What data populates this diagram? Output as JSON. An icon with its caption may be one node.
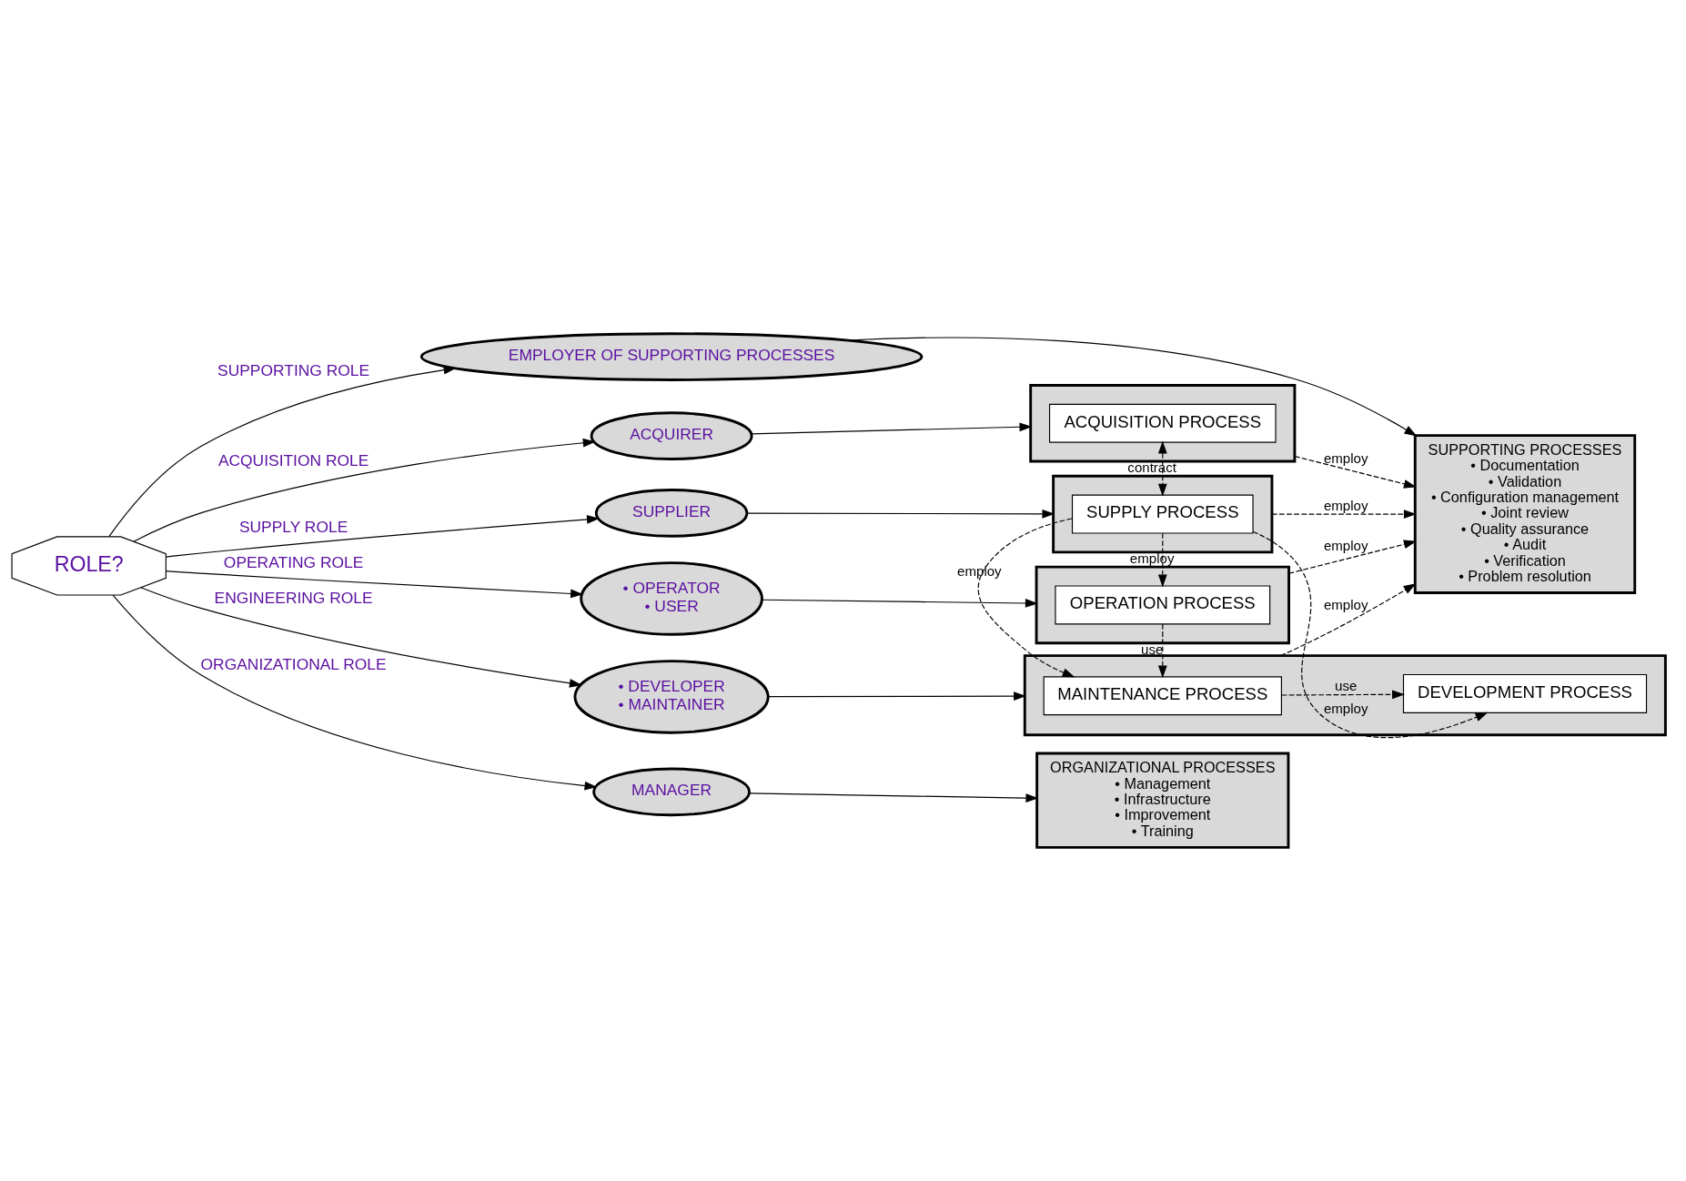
{
  "diagram": {
    "nodes": [
      {
        "text": [
          "ROLE?"
        ]
      },
      {
        "text": [
          "ACQUIRER"
        ]
      },
      {
        "text": [
          "SUPPLIER"
        ]
      },
      {
        "text": [
          "• OPERATOR",
          "• USER"
        ]
      },
      {
        "text": [
          "• DEVELOPER",
          "• MAINTAINER"
        ]
      },
      {
        "text": [
          "EMPLOYER OF SUPPORTING PROCESSES"
        ]
      },
      {
        "text": [
          "MANAGER"
        ]
      },
      {
        "text": [],
        "shape": "box"
      },
      {
        "text": [
          "ACQUISITION PROCESS"
        ],
        "in": 7
      },
      {
        "text": [],
        "shape": "box"
      },
      {
        "text": [
          "SUPPLY PROCESS"
        ],
        "in": 9
      },
      {
        "text": [],
        "shape": "box"
      },
      {
        "text": [
          "OPERATION PROCESS"
        ],
        "in": 11
      },
      {
        "text": [],
        "shape": "box"
      },
      {
        "text": [
          "MAINTENANCE PROCESS"
        ],
        "in": 13
      },
      {
        "text": [
          "DEVELOPMENT PROCESS"
        ],
        "in": 13
      },
      {
        "text": [
          "SUPPORTING PROCESSES",
          "• Documentation",
          "• Validation",
          "• Configuration management",
          "• Joint review",
          "• Quality assurance",
          "• Audit",
          "• Verification",
          "• Problem resolution"
        ]
      },
      {
        "text": [
          "ORGANIZATIONAL PROCESSES",
          "• Management",
          "• Infrastructure",
          "• Improvement",
          "• Training"
        ]
      }
    ],
    "edges": [
      {
        "from": 0,
        "to": 1,
        "arrow": "to",
        "label": "ACQUISITION ROLE"
      },
      {
        "from": 0,
        "to": 2,
        "arrow": "to",
        "label": "SUPPLY ROLE"
      },
      {
        "from": 0,
        "to": 3,
        "arrow": "to",
        "label": "OPERATING ROLE"
      },
      {
        "from": 0,
        "to": 4,
        "arrow": "to",
        "label": "ENGINEERING ROLE"
      },
      {
        "from": 0,
        "to": 5,
        "arrow": "to",
        "label": "SUPPORTING ROLE"
      },
      {
        "from": 0,
        "to": 6,
        "arrow": "to",
        "label": "ORGANIZATIONAL ROLE"
      },
      {
        "from": 1,
        "to": 7,
        "arrow": "to"
      },
      {
        "from": 2,
        "to": 9,
        "arrow": "to"
      },
      {
        "from": 3,
        "to": 11,
        "arrow": "to"
      },
      {
        "from": 4,
        "to": 13,
        "arrow": "to"
      },
      {
        "from": 5,
        "to": 16,
        "arrow": "to"
      },
      {
        "from": 6,
        "to": 17,
        "arrow": "to"
      },
      {
        "from": 8,
        "to": 10,
        "arrow": "both",
        "style": "dashed",
        "label": "contract"
      },
      {
        "from": 10,
        "to": 14,
        "arrow": "to",
        "style": "dashed",
        "label": "employ"
      },
      {
        "from": 10,
        "to": 12,
        "arrow": "to",
        "style": "dashed",
        "label": "employ"
      },
      {
        "from": 10,
        "to": 15,
        "arrow": "to",
        "style": "dashed",
        "label": "employ"
      },
      {
        "from": 12,
        "to": 14,
        "arrow": "to",
        "style": "dashed",
        "label": "use"
      },
      {
        "from": 14,
        "to": 15,
        "arrow": "to",
        "style": "dashed",
        "label": "use"
      },
      {
        "from": 7,
        "to": 16,
        "arrow": "to",
        "style": "dashed",
        "label": "employ"
      },
      {
        "from": 9,
        "to": 16,
        "arrow": "to",
        "style": "dashed",
        "label": "employ"
      },
      {
        "from": 11,
        "to": 16,
        "arrow": "to",
        "style": "dashed",
        "label": "employ"
      },
      {
        "from": 13,
        "to": 16,
        "arrow": "to",
        "style": "dashed",
        "label": "employ"
      }
    ]
  }
}
